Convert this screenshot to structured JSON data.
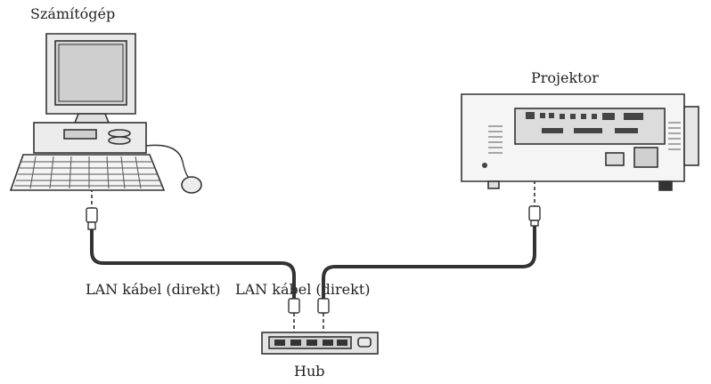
{
  "labels": {
    "computer": "Számítógép",
    "projector": "Projektor",
    "lan_cable_left": "LAN kábel (direkt)",
    "lan_cable_right": "LAN kábel (direkt)",
    "hub": "Hub"
  }
}
